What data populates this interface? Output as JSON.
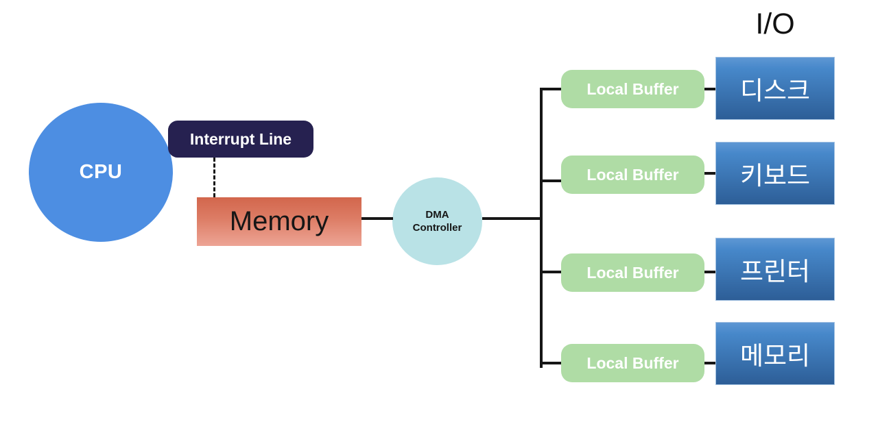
{
  "diagram": {
    "io_title": "I/O",
    "cpu": {
      "label": "CPU",
      "color": "#4d8ee2",
      "text_color": "#ffffff"
    },
    "interrupt_line": {
      "label": "Interrupt Line",
      "color": "#262150",
      "text_color": "#ffffff"
    },
    "memory": {
      "label": "Memory",
      "gradient_top": "#d2664c",
      "gradient_bottom": "#eda495",
      "text_color": "#161616"
    },
    "dma_controller": {
      "label_line1": "DMA",
      "label_line2": "Controller",
      "color": "#b9e2e6",
      "text_color": "#161616"
    },
    "buffer_color": "#afdca5",
    "device_color_top": "#4788ca",
    "device_color_bottom": "#2d5e97",
    "line_color": "#161616",
    "rows": [
      {
        "buffer_label": "Local Buffer",
        "device_label": "디스크"
      },
      {
        "buffer_label": "Local Buffer",
        "device_label": "키보드"
      },
      {
        "buffer_label": "Local Buffer",
        "device_label": "프린터"
      },
      {
        "buffer_label": "Local Buffer",
        "device_label": "메모리"
      }
    ]
  }
}
